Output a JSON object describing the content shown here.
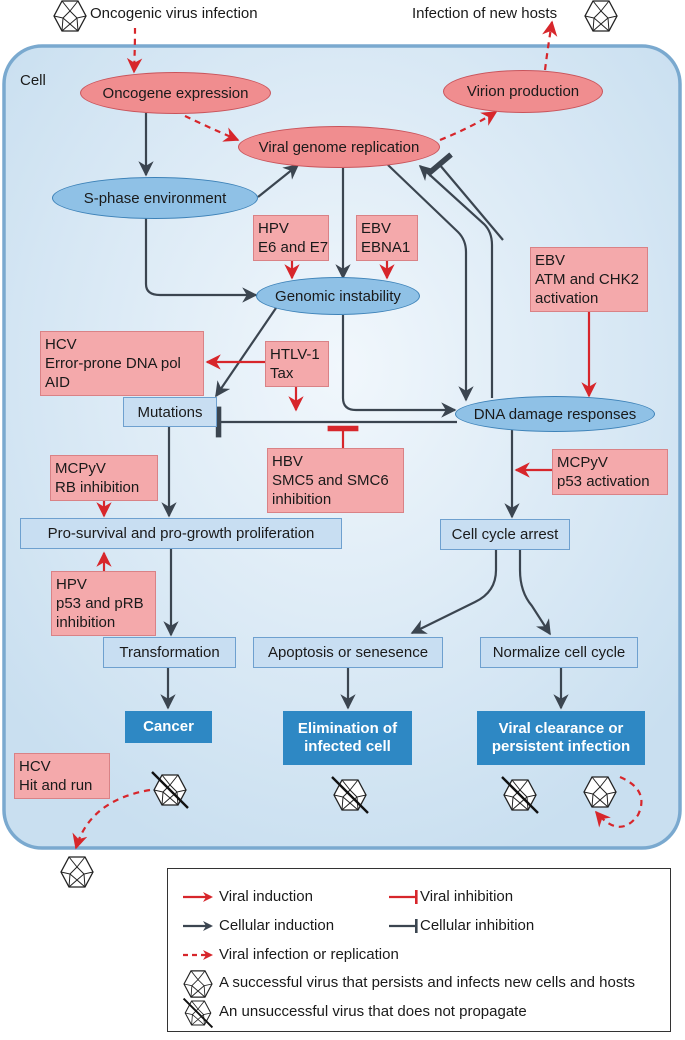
{
  "cell_label": "Cell",
  "top": {
    "virus_infection": "Oncogenic virus infection",
    "new_hosts": "Infection of new hosts"
  },
  "nodes": {
    "oncogene_expression": "Oncogene expression",
    "virion_production": "Virion production",
    "viral_genome_replication": "Viral genome replication",
    "s_phase": "S-phase environment",
    "genomic_instability": "Genomic instability",
    "mutations": "Mutations",
    "dna_damage_responses": "DNA damage responses",
    "pro_survival": "Pro-survival and pro-growth proliferation",
    "cell_cycle_arrest": "Cell cycle arrest",
    "transformation": "Transformation",
    "apoptosis": "Apoptosis or senesence",
    "normalize": "Normalize cell cycle",
    "cancer": "Cancer",
    "elimination": "Elimination of infected cell",
    "viral_clearance": "Viral clearance or persistent infection"
  },
  "viral_boxes": {
    "hpv_e6e7": [
      "HPV",
      "E6 and E7"
    ],
    "ebv_ebna1": [
      "EBV",
      "EBNA1"
    ],
    "ebv_atm": [
      "EBV",
      "ATM and CHK2",
      "activation"
    ],
    "hcv_pol": [
      "HCV",
      "Error-prone DNA pol",
      "AID"
    ],
    "htlv_tax": [
      "HTLV-1",
      "Tax"
    ],
    "hbv_smc": [
      "HBV",
      "SMC5 and SMC6",
      "inhibition"
    ],
    "mcpyv_rb": [
      "MCPyV",
      "RB inhibition"
    ],
    "mcpyv_p53": [
      "MCPyV",
      "p53 activation"
    ],
    "hpv_p53prb": [
      "HPV",
      "p53 and pRB",
      "inhibition"
    ],
    "hcv_hit": [
      "HCV",
      "Hit and run"
    ]
  },
  "legend": {
    "viral_induction": "Viral induction",
    "viral_inhibition": "Viral inhibition",
    "cellular_induction": "Cellular induction",
    "cellular_inhibition": "Cellular inhibition",
    "viral_infection": "Viral infection or replication",
    "successful_virus": "A successful virus that persists and infects new cells and hosts",
    "unsuccessful_virus": "An unsuccessful virus that does not propagate"
  },
  "colors": {
    "cell_fill": "#d8e9f4",
    "cell_border": "#7aa9cf",
    "viral_red": "#d7262b",
    "cellular_gray": "#3b4550",
    "red_node": "#f08d8f",
    "blue_node": "#8fc1e6",
    "pink_box": "#f4a9ab",
    "dark_box": "#2e88c4"
  }
}
